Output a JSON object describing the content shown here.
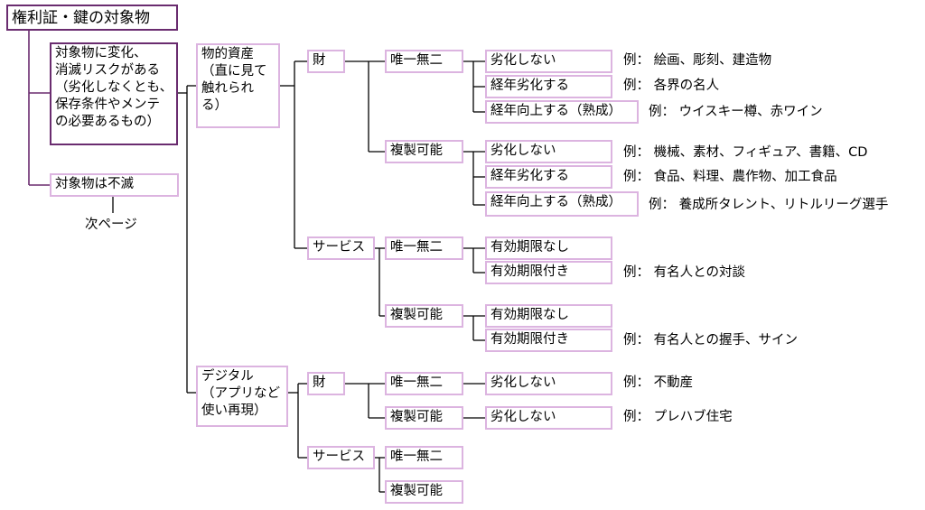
{
  "title": "権利証・鍵の対象物",
  "left": {
    "perishable": "対象物に変化、\n消滅リスクがある\n（劣化しなくとも、\n保存条件やメンテ\nの必要あるもの）",
    "imperishable": "対象物は不滅",
    "next_page": "次ページ"
  },
  "kinds": {
    "physical": "物的資産\n（直に見て\n触れられ\nる）",
    "digital": "デジタル\n（アプリなど\n使い再現）"
  },
  "cats": {
    "goods": "財",
    "service": "サービス"
  },
  "uniq": {
    "unique": "唯一無二",
    "copy": "複製可能"
  },
  "leaves": {
    "no_degrade": "劣化しない",
    "degrade": "経年劣化する",
    "improve": "経年向上する（熟成）",
    "no_expiry": "有効期限なし",
    "with_expiry": "有効期限付き"
  },
  "examples": {
    "e1": "例：  絵画、彫刻、建造物",
    "e2": "例：  各界の名人",
    "e3": "例：  ウイスキー樽、赤ワイン",
    "e4": "例：  機械、素材、フィギュア、書籍、CD",
    "e5": "例：  食品、料理、農作物、加工食品",
    "e6": "例：  養成所タレント、リトルリーグ選手",
    "e7": "例：  有名人との対談",
    "e8": "例：  有名人との握手、サイン",
    "e9": "例：  不動産",
    "e10": "例：  プレハブ住宅"
  },
  "colors": {
    "box_border": "#dcb4e0",
    "dark_border": "#6a2c6f"
  }
}
